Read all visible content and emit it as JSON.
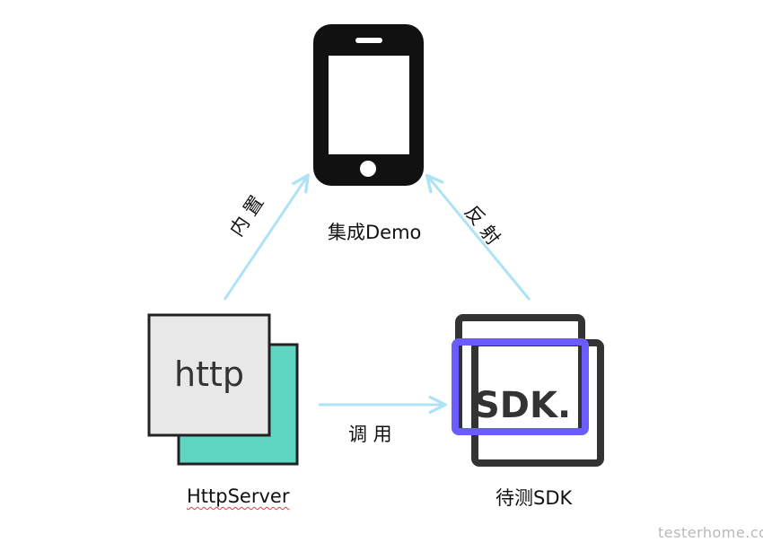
{
  "nodes": {
    "phone": {
      "caption": "集成Demo"
    },
    "server": {
      "icon_text": "http",
      "caption": "HttpServer"
    },
    "sdk": {
      "icon_text": "SDK.",
      "caption": "待测SDK"
    }
  },
  "edges": {
    "server_to_phone": "内 置",
    "sdk_to_phone": "反 射",
    "server_to_sdk": "调 用"
  },
  "watermark": "testerhome.com",
  "colors": {
    "arrow": "#aee3f5",
    "phone": "#111111",
    "http_front_fill": "#e8e8e8",
    "http_back_fill": "#5ed6c2",
    "sdk_frame": "#333333",
    "sdk_accent": "#6b5cff"
  }
}
